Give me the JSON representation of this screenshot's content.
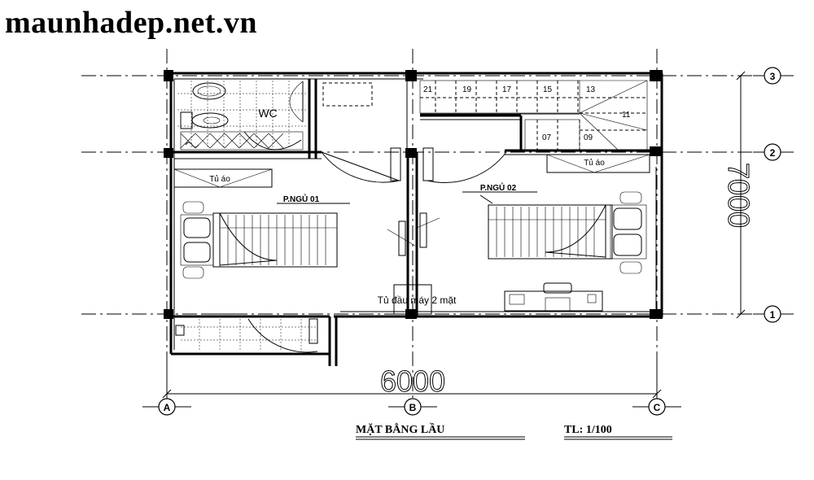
{
  "watermark": "maunhadep.net.vn",
  "grid": {
    "rows": [
      "3",
      "2",
      "1"
    ],
    "cols": [
      "A",
      "B",
      "C"
    ]
  },
  "dimensions": {
    "width": "6000",
    "height": "7000"
  },
  "rooms": {
    "wc": "WC",
    "bedroom_1": "P.NGỦ 01",
    "bedroom_2": "P.NGỦ 02",
    "wardrobe_1": "Tủ áo",
    "wardrobe_2": "Tủ áo",
    "cabinet": "Tủ đầu máy 2 mặt"
  },
  "stairs": {
    "top_numbers": [
      "21",
      "19",
      "17",
      "15",
      "13"
    ],
    "side_number": "11",
    "bottom_numbers": [
      "07",
      "09"
    ]
  },
  "title": {
    "name": "MẶT BẰNG LẦU",
    "scale": "TL: 1/100"
  }
}
